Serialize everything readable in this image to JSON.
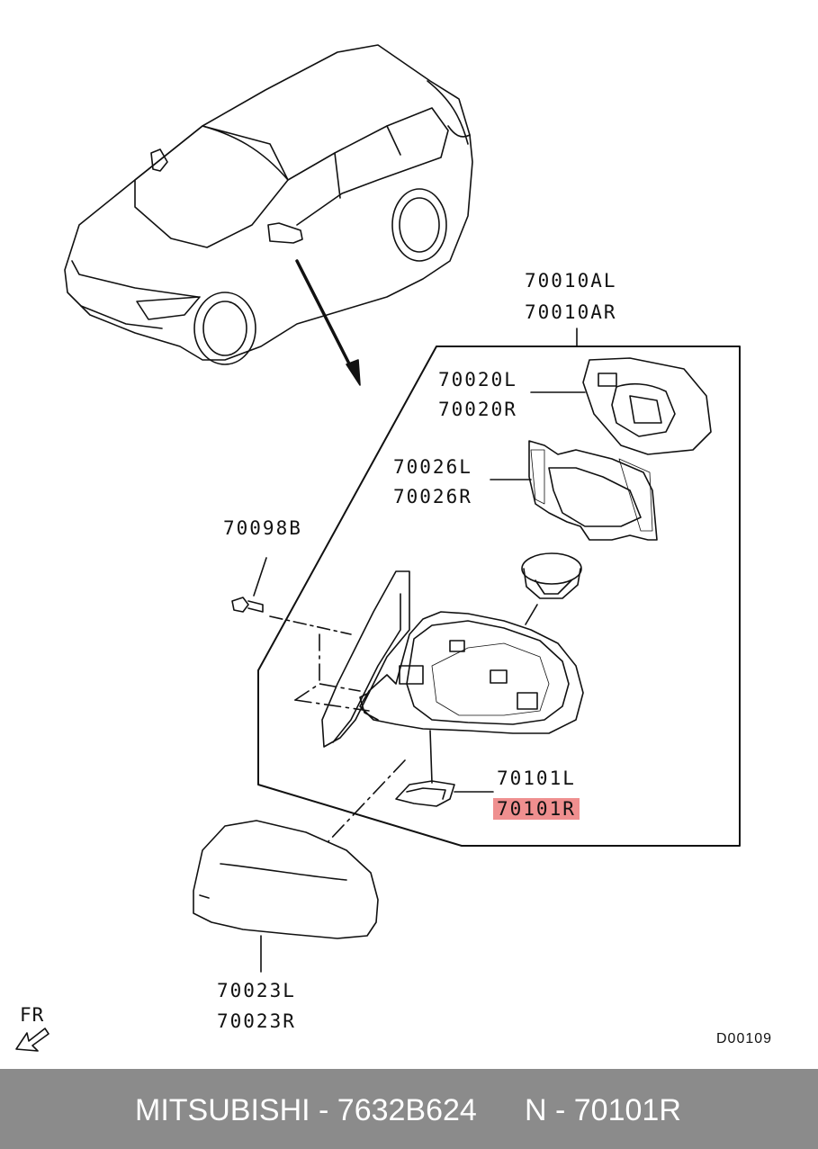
{
  "labels": {
    "assembly_l": "70010AL",
    "assembly_r": "70010AR",
    "glass_l": "70020L",
    "glass_r": "70020R",
    "holder_l": "70026L",
    "holder_r": "70026R",
    "screw": "70098B",
    "lamp_l": "70101L",
    "lamp_r": "70101R",
    "cover_l": "70023L",
    "cover_r": "70023R",
    "front": "FR",
    "diagram_id": "D00109"
  },
  "highlighted_part": "70101R",
  "colors": {
    "highlight": "#ef8f8f",
    "footer_bg": "#8b8b8b",
    "line": "#111111"
  },
  "footer": {
    "brand_part": "MITSUBISHI - 7632B624",
    "ref": "N - 70101R"
  }
}
